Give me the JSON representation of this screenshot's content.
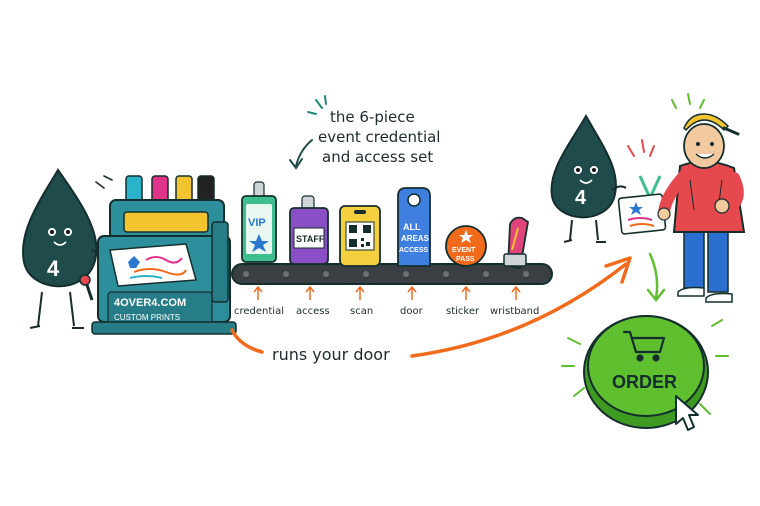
{
  "caption": {
    "line1": "the 6-piece",
    "line2": "event credential",
    "line3": "and access set"
  },
  "printer": {
    "brand": "4OVER4.COM",
    "subtitle": "CUSTOM PRINTS"
  },
  "mascot": {
    "digit": "4"
  },
  "items": [
    {
      "tag": "VIP",
      "label": "credential"
    },
    {
      "tag": "STAFF",
      "label": "access"
    },
    {
      "tag": "",
      "label": "scan"
    },
    {
      "tag_line1": "ALL",
      "tag_line2": "AREAS",
      "tag_line3": "ACCESS",
      "label": "door"
    },
    {
      "tag_line1": "EVENT",
      "tag_line2": "PASS",
      "label": "sticker"
    },
    {
      "tag": "",
      "label": "wristband"
    }
  ],
  "arrow_caption": "runs your door",
  "order_button": {
    "label": "ORDER"
  },
  "colors": {
    "teal_dark": "#1f4b4a",
    "printer_teal": "#2d8f9b",
    "arrow_orange": "#f26a1b",
    "order_green": "#5fbf2e",
    "hoodie_red": "#e5484d",
    "cap_yellow": "#f4c430"
  }
}
